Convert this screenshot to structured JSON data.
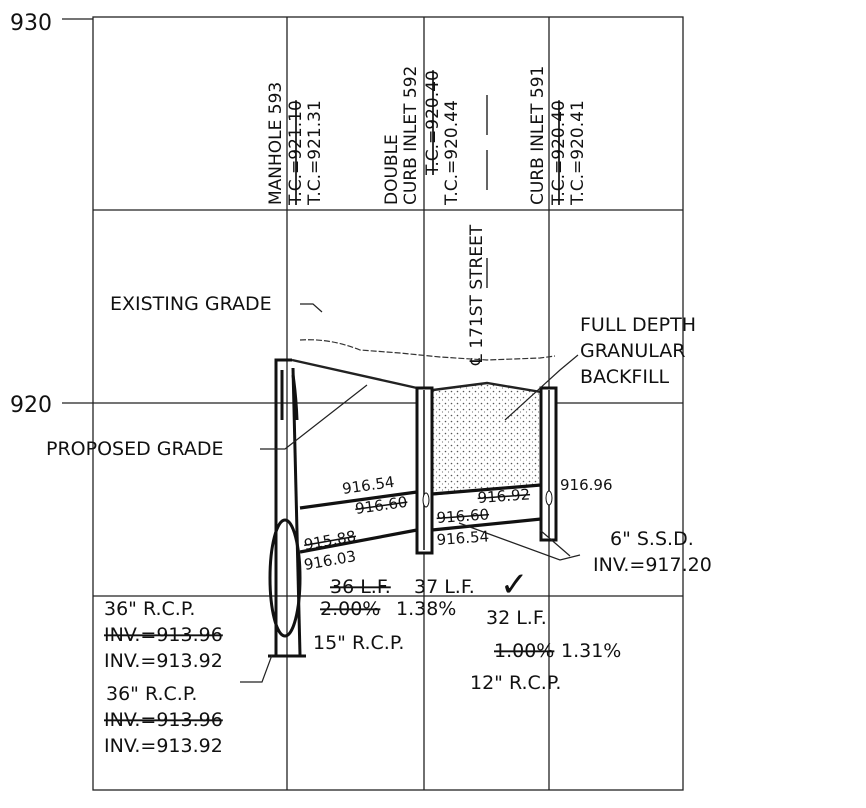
{
  "profile": {
    "elevation_labels": [
      "930",
      "920"
    ],
    "structures": {
      "manhole_593": {
        "name": "MANHOLE 593",
        "tc_old": "T.C.=921.10",
        "tc_new": "T.C.=921.31"
      },
      "double_inlet_592": {
        "name_1": "DOUBLE",
        "name_2": "CURB INLET 592",
        "tc_old": "T.C.=920.40",
        "tc_new": "T.C.=920.44"
      },
      "street": {
        "label": "℄ 171ST STREET"
      },
      "curb_inlet_591": {
        "name": "CURB INLET 591",
        "tc_old": "T.C.=920.40",
        "tc_new": "T.C.=920.41"
      }
    },
    "grades": {
      "existing": "EXISTING GRADE",
      "proposed": "PROPOSED GRADE"
    },
    "backfill": [
      "FULL DEPTH",
      "GRANULAR",
      "BACKFILL"
    ],
    "elevations": {
      "e916_54_top": "916.54",
      "e916_60_top": "916.60",
      "e916_92": "916.92",
      "e916_96": "916.96",
      "e916_60_bot": "916.60",
      "e916_54_bot": "916.54",
      "e915_88": "915.88",
      "e916_03": "916.03"
    },
    "pipe_run_1": {
      "length_old": "36 L.F.",
      "length_new": "37 L.F.",
      "slope_old": "2.00%",
      "slope_new": "1.38%",
      "size": "15\" R.C.P."
    },
    "pipe_run_2": {
      "length": "32 L.F.",
      "slope_old": "1.00%",
      "slope_new": "1.31%",
      "size": "12\" R.C.P."
    },
    "ssd": {
      "size": "6\" S.S.D.",
      "inv": "INV.=917.20"
    },
    "manhole_pipes": [
      {
        "size": "36\" R.C.P.",
        "inv_old": "INV.=913.96",
        "inv_new": "INV.=913.92"
      },
      {
        "size": "36\" R.C.P.",
        "inv_old": "INV.=913.96",
        "inv_new": "INV.=913.92"
      }
    ],
    "check_mark": "✓"
  }
}
